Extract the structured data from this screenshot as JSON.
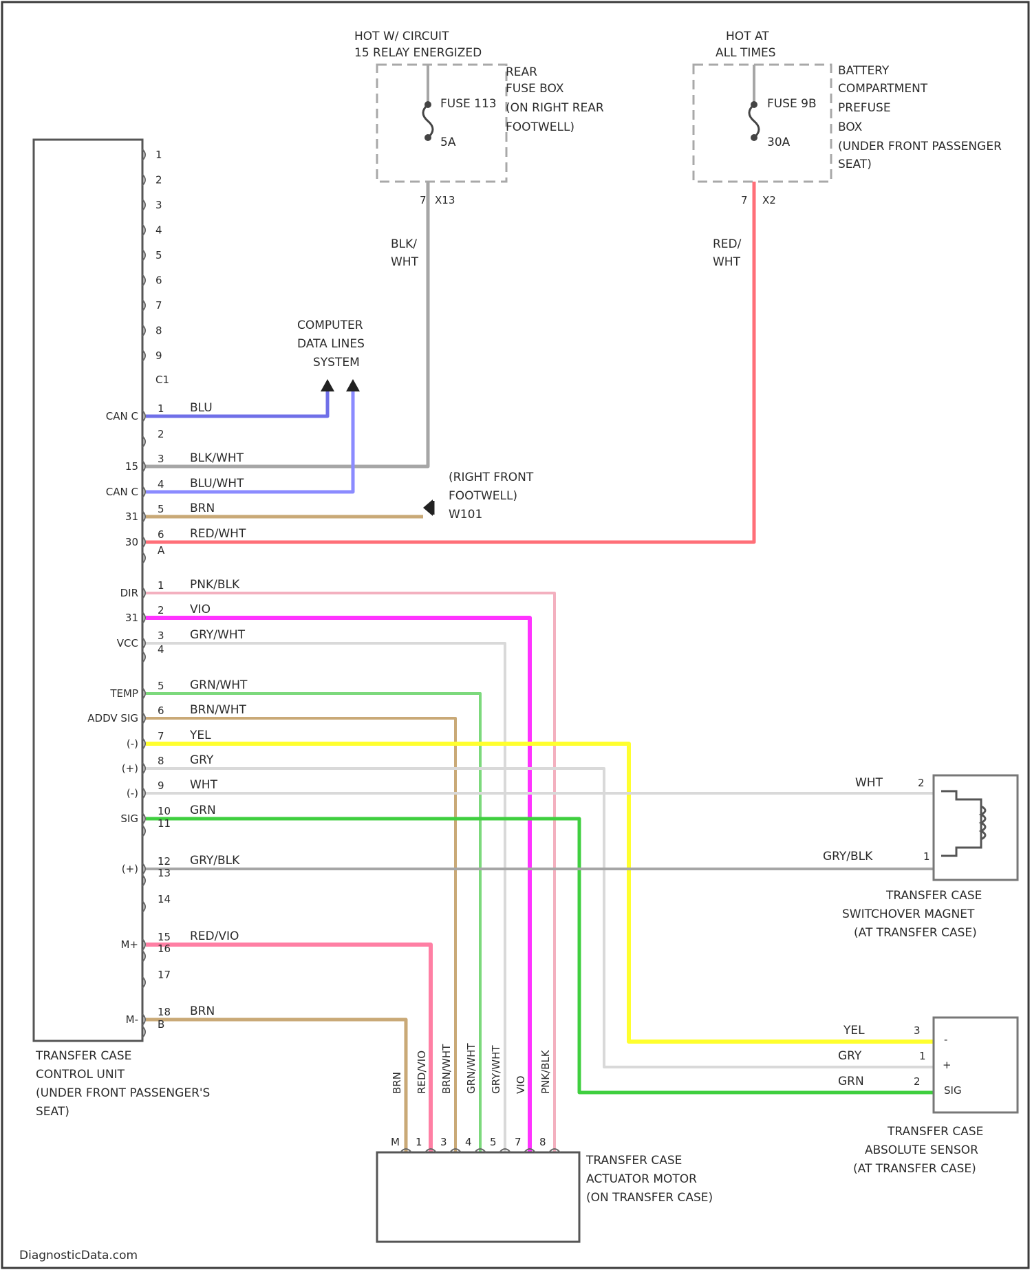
{
  "colors": {
    "blue": "#6f6fe8",
    "blue_light": "#8b8bff",
    "gray": "#a6a6a6",
    "tan": "#c9a977",
    "red": "#ff6f78",
    "pink": "#ff7fa4",
    "light_pink": "#f3b0bf",
    "magenta": "#ff33ff",
    "light_gray": "#d9d9d9",
    "green": "#7cd97c",
    "green_dark": "#3fcf3f",
    "yellow": "#ffff2e",
    "dashed_box": "#a8a8a8"
  },
  "sources": {
    "fuse_left": {
      "header_1": "HOT W/ CIRCUIT",
      "header_2": "15 RELAY ENERGIZED",
      "fuse_name": "FUSE 113",
      "amps": "5A",
      "box_1": "REAR",
      "box_2": "FUSE BOX",
      "box_3": "(ON RIGHT REAR",
      "box_4": "FOOTWELL)",
      "pin": "7",
      "connector": "X13",
      "wire_1": "BLK/",
      "wire_2": "WHT"
    },
    "fuse_right": {
      "header_1": "HOT AT",
      "header_2": "ALL TIMES",
      "fuse_name": "FUSE 9B",
      "amps": "30A",
      "box_1": "BATTERY",
      "box_2": "COMPARTMENT",
      "box_3": "PREFUSE",
      "box_4": "BOX",
      "box_5": "(UNDER FRONT PASSENGER",
      "box_6": "SEAT)",
      "pin": "7",
      "connector": "X2",
      "wire_1": "RED/",
      "wire_2": "WHT"
    }
  },
  "computer_data_lines": [
    "COMPUTER",
    "DATA LINES",
    "SYSTEM"
  ],
  "ground": {
    "line_1": "(RIGHT FRONT",
    "line_2": "FOOTWELL)",
    "id": "W101"
  },
  "control_unit": {
    "label": [
      "TRANSFER CASE",
      "CONTROL UNIT",
      "(UNDER FRONT PASSENGER'S",
      "SEAT)"
    ],
    "connector_c1_pins": [
      "1",
      "2",
      "3",
      "4",
      "5",
      "6",
      "7",
      "8",
      "9"
    ],
    "connector_c1_name": "C1",
    "upper_pins": [
      {
        "pin": "1",
        "signal": "CAN C",
        "wire": "BLU"
      },
      {
        "pin": "2",
        "signal": "",
        "wire": ""
      },
      {
        "pin": "3",
        "signal": "15",
        "wire": "BLK/WHT"
      },
      {
        "pin": "4",
        "signal": "CAN C",
        "wire": "BLU/WHT"
      },
      {
        "pin": "5",
        "signal": "31",
        "wire": "BRN"
      },
      {
        "pin": "6",
        "signal": "30",
        "wire": "RED/WHT"
      },
      {
        "pin": "A",
        "signal": "",
        "wire": ""
      }
    ],
    "lower_pins": [
      {
        "pin": "1",
        "signal": "DIR",
        "wire": "PNK/BLK"
      },
      {
        "pin": "2",
        "signal": "31",
        "wire": "VIO"
      },
      {
        "pin": "3",
        "signal": "VCC",
        "wire": "GRY/WHT"
      },
      {
        "pin": "4",
        "signal": "",
        "wire": ""
      },
      {
        "pin": "5",
        "signal": "TEMP",
        "wire": "GRN/WHT"
      },
      {
        "pin": "6",
        "signal": "ADDV SIG",
        "wire": "BRN/WHT"
      },
      {
        "pin": "7",
        "signal": "(-)",
        "wire": "YEL"
      },
      {
        "pin": "8",
        "signal": "(+)",
        "wire": "GRY"
      },
      {
        "pin": "9",
        "signal": "(-)",
        "wire": "WHT"
      },
      {
        "pin": "10",
        "signal": "SIG",
        "wire": "GRN"
      },
      {
        "pin": "11",
        "signal": "",
        "wire": ""
      },
      {
        "pin": "12",
        "signal": "(+)",
        "wire": "GRY/BLK"
      },
      {
        "pin": "13",
        "signal": "",
        "wire": ""
      },
      {
        "pin": "14",
        "signal": "",
        "wire": ""
      },
      {
        "pin": "15",
        "signal": "M+",
        "wire": "RED/VIO"
      },
      {
        "pin": "16",
        "signal": "",
        "wire": ""
      },
      {
        "pin": "17",
        "signal": "",
        "wire": ""
      },
      {
        "pin": "18",
        "signal": "M-",
        "wire": "BRN"
      },
      {
        "pin": "B",
        "signal": "",
        "wire": ""
      }
    ]
  },
  "switchover_magnet": {
    "label": [
      "TRANSFER CASE",
      "SWITCHOVER MAGNET",
      "(AT TRANSFER CASE)"
    ],
    "wire_top": "WHT",
    "pin_top": "2",
    "wire_bottom": "GRY/BLK",
    "pin_bottom": "1"
  },
  "absolute_sensor": {
    "label": [
      "TRANSFER CASE",
      "ABSOLUTE SENSOR",
      "(AT TRANSFER CASE)"
    ],
    "wires": [
      {
        "wire": "YEL",
        "pin": "3",
        "term": "-"
      },
      {
        "wire": "GRY",
        "pin": "1",
        "term": "+"
      },
      {
        "wire": "GRN",
        "pin": "2",
        "term": "SIG"
      }
    ]
  },
  "actuator_motor": {
    "label": [
      "TRANSFER CASE",
      "ACTUATOR MOTOR",
      "(ON TRANSFER CASE)"
    ],
    "wires": [
      "BRN",
      "RED/VIO",
      "BRN/WHT",
      "GRN/WHT",
      "GRY/WHT",
      "VIO",
      "PNK/BLK"
    ],
    "pins": [
      "M",
      "1",
      "3",
      "4",
      "5",
      "7",
      "8"
    ]
  },
  "watermark": "DiagnosticData.com"
}
